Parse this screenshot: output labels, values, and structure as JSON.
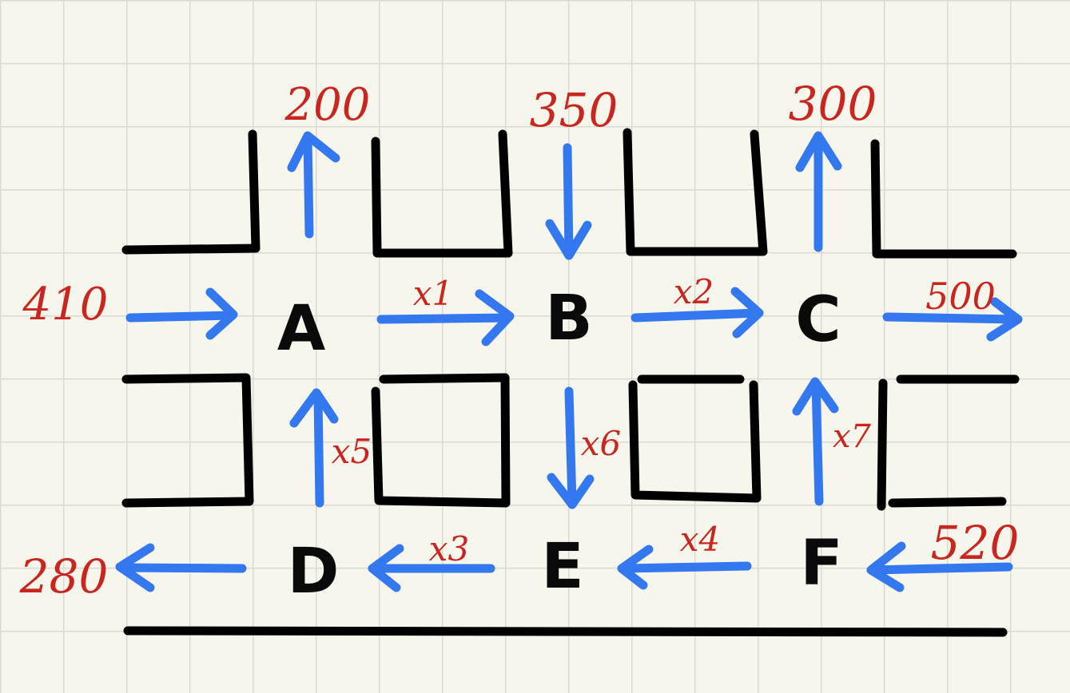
{
  "nodes": {
    "A": "A",
    "B": "B",
    "C": "C",
    "D": "D",
    "E": "E",
    "F": "F"
  },
  "flows": {
    "in_A": "410",
    "out_A_top": "200",
    "in_B_top": "350",
    "out_C_top": "300",
    "out_C_right": "500",
    "in_F_right": "520",
    "out_D_left": "280"
  },
  "unknowns": {
    "x1": "x1",
    "x2": "x2",
    "x3": "x3",
    "x4": "x4",
    "x5": "x5",
    "x6": "x6",
    "x7": "x7"
  },
  "colors": {
    "background": "#f7f6ec",
    "grid": "#d9dbd2",
    "walls": "#000000",
    "arrows": "#3478f0",
    "labels": "#c8261f"
  }
}
